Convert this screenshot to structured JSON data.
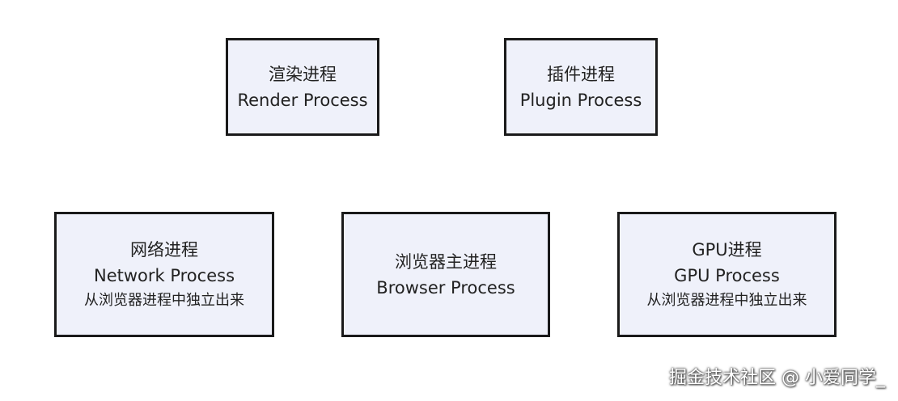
{
  "diagram": {
    "boxes": {
      "render": {
        "name_zh": "渲染进程",
        "name_en": "Render Process"
      },
      "plugin": {
        "name_zh": "插件进程",
        "name_en": "Plugin Process"
      },
      "network": {
        "name_zh": "网络进程",
        "name_en": "Network Process",
        "note": "从浏览器进程中独立出来"
      },
      "browser": {
        "name_zh": "浏览器主进程",
        "name_en": "Browser Process"
      },
      "gpu": {
        "name_zh": "GPU进程",
        "name_en": "GPU Process",
        "note": "从浏览器进程中独立出来"
      }
    },
    "colors": {
      "box_fill": "#eff1fa",
      "box_border": "#1a1a1a"
    }
  },
  "watermark": {
    "text": "掘金技术社区 @ 小爱同学_"
  }
}
